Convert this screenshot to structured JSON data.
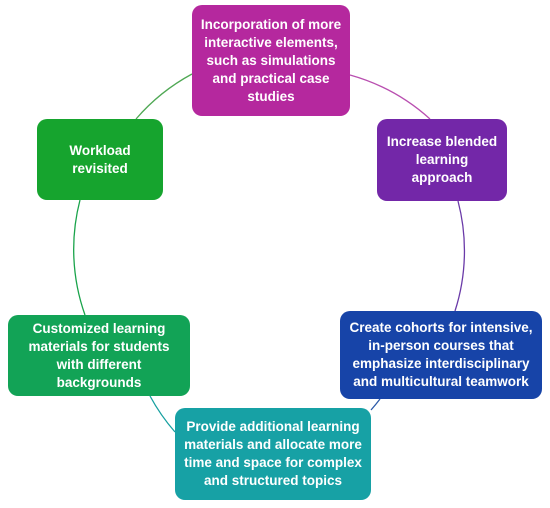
{
  "diagram": {
    "type": "cycle",
    "nodes": [
      {
        "id": "n1",
        "label": "Incorporation of more interactive elements, such as simulations and practical case studies",
        "color": "#b5289e"
      },
      {
        "id": "n2",
        "label": "Increase blended learning approach",
        "color": "#7327a8"
      },
      {
        "id": "n3",
        "label": "Create cohorts for intensive, in-person courses that emphasize interdisciplinary and multicultural teamwork",
        "color": "#1744a8"
      },
      {
        "id": "n4",
        "label": "Provide additional learning materials and allocate more time and space for complex and structured topics",
        "color": "#17a1a5"
      },
      {
        "id": "n5",
        "label": "Customized learning materials for students with different backgrounds",
        "color": "#12a356"
      },
      {
        "id": "n6",
        "label": "Workload revisited",
        "color": "#16a42e"
      }
    ]
  }
}
